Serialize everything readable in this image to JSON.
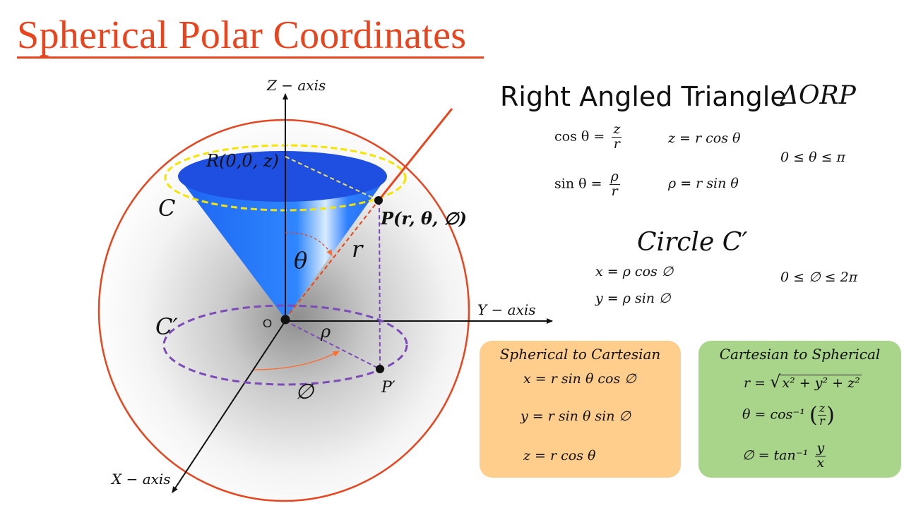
{
  "title": "Spherical Polar Coordinates",
  "diagram": {
    "z_axis_label": "Z − axis",
    "y_axis_label": "Y − axis",
    "x_axis_label": "X − axis",
    "origin_label": "O",
    "point_r_label": "R(0,0, z)",
    "point_p_label": "P(r, θ, ∅)",
    "point_p_prime_label": "P′",
    "circle_c_label": "C",
    "circle_c_prime_label": "C′",
    "theta_label": "θ",
    "r_label": "r",
    "rho_label": "ρ",
    "phi_label": "∅",
    "colors": {
      "accent": "#e8451e",
      "cone": "#1f6fff",
      "dashed_circle": "#7b4bb8",
      "yellow_ring": "#f5e400"
    }
  },
  "right_triangle": {
    "heading": "Right Angled Triangle",
    "symbol": "ΔORP",
    "cos_lhs": "cos θ =",
    "cos_num": "z",
    "cos_den": "r",
    "sin_lhs": "sin θ =",
    "sin_num": "ρ",
    "sin_den": "r",
    "z_eq": "z = r cos θ",
    "rho_eq": "ρ = r sin θ",
    "theta_range": "0 ≤ θ ≤ π"
  },
  "circle_c_prime": {
    "heading": "Circle  C′",
    "x_eq": "x = ρ cos ∅",
    "y_eq": "y = ρ sin ∅",
    "phi_range": "0 ≤ ∅ ≤ 2π"
  },
  "spherical_to_cartesian": {
    "title": "Spherical to Cartesian",
    "x_eq": "x = r sin θ cos ∅",
    "y_eq": "y = r sin θ sin ∅",
    "z_eq": "z = r cos θ",
    "color": "#ffcd8c"
  },
  "cartesian_to_spherical": {
    "title": "Cartesian to Spherical",
    "r_lhs": "r =",
    "r_rad": "x² + y² + z²",
    "theta_lhs": "θ = cos⁻¹",
    "theta_num": "z",
    "theta_den": "r",
    "phi_lhs": "∅ = tan⁻¹",
    "phi_num": "y",
    "phi_den": "x",
    "color": "#a9d58b"
  }
}
